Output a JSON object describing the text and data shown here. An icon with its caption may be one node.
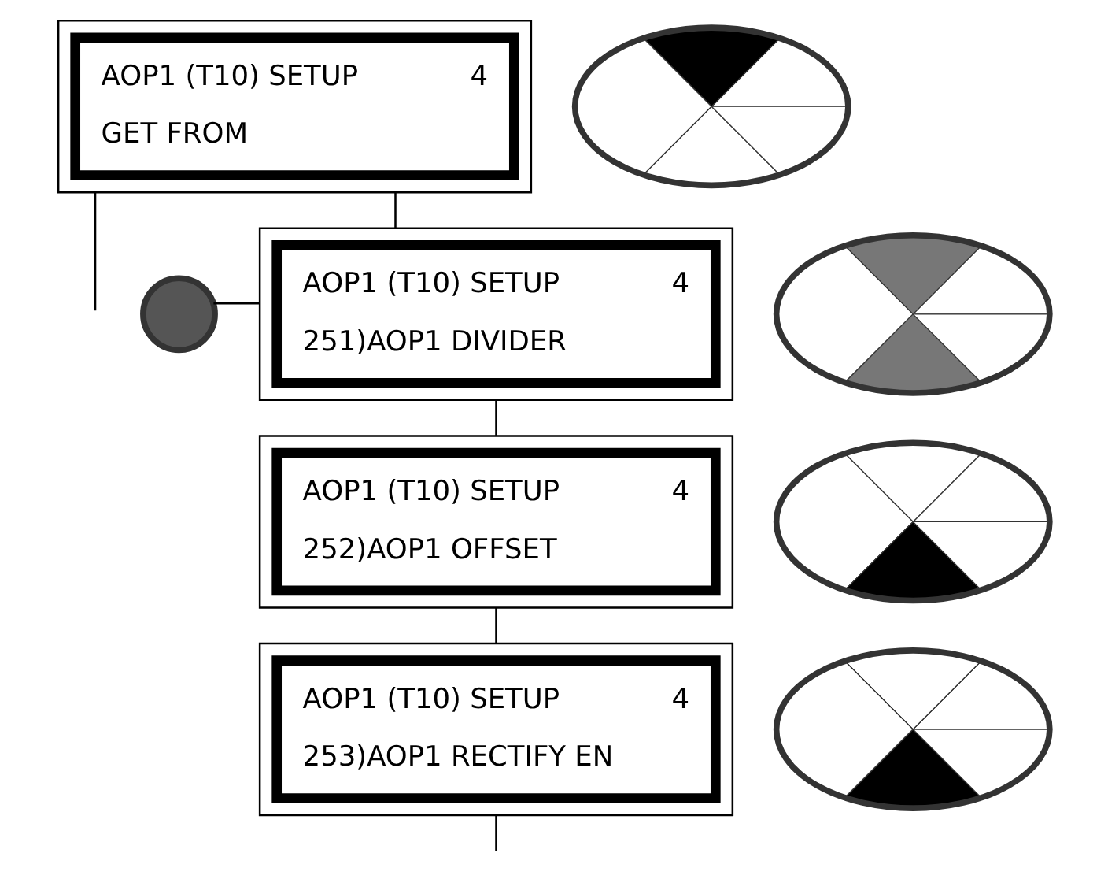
{
  "diagram": {
    "nodes": [
      {
        "text": [
          "AOP1 (T10) SETUP",
          "4",
          "GET FROM"
        ]
      },
      {
        "text": [
          "AOP1 (T10) SETUP",
          "4",
          "251)AOP1 DIVIDER"
        ]
      },
      {
        "text": [
          "AOP1 (T10) SETUP",
          "4",
          "252)AOP1 OFFSET"
        ]
      },
      {
        "text": [
          "AOP1 (T10) SETUP",
          "4",
          "253)AOP1 RECTIFY EN"
        ]
      },
      {
        "text": [],
        "shape": "picture"
      },
      {
        "text": [],
        "shape": "picture"
      },
      {
        "text": [],
        "shape": "picture"
      },
      {
        "text": [],
        "shape": "picture"
      },
      {
        "text": [],
        "shape": "circle"
      }
    ],
    "edges": [
      {
        "from": 0,
        "to": 1,
        "arrow": "none"
      },
      {
        "from": 1,
        "to": 2,
        "arrow": "none"
      },
      {
        "from": 2,
        "to": 3,
        "arrow": "none"
      },
      {
        "from": 3,
        "to": null,
        "arrow": "none"
      },
      {
        "from": 1,
        "to": 8,
        "arrow": "none"
      },
      {
        "from": 0,
        "to": null,
        "arrow": "none"
      }
    ]
  }
}
